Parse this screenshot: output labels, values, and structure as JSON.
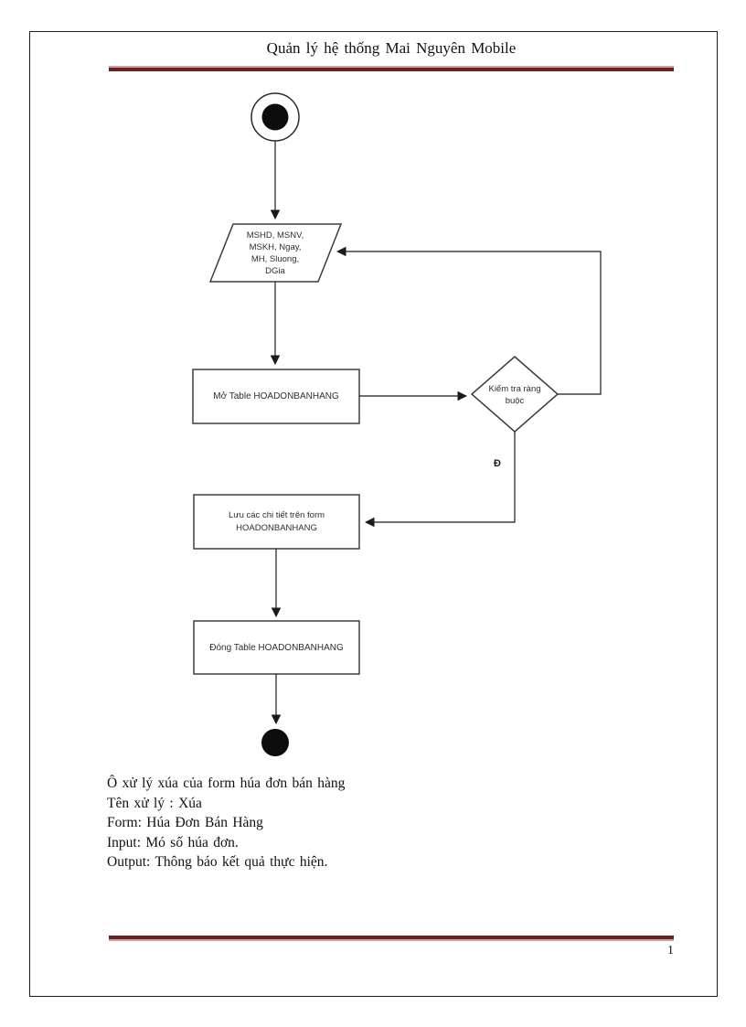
{
  "page": {
    "title": "Quản lý hệ thống Mai Nguyên Mobile",
    "page_number": "1"
  },
  "flowchart": {
    "input_box_lines": [
      "MSHD, MSNV,",
      "MSKH, Ngay,",
      "MH, Sluong,",
      "DGia"
    ],
    "open_table_label": "Mở Table HOADONBANHANG",
    "decision_lines": [
      "Kiểm tra ràng",
      "buộc"
    ],
    "decision_true_label": "Đ",
    "save_lines": [
      "Lưu các chi tiết trên form",
      "HOADONBANHANG"
    ],
    "close_table_label": "Đóng Table HOADONBANHANG"
  },
  "description": {
    "lines": [
      "Ô xử lý xúa của form húa đơn bán hàng",
      "Tên xử lý : Xúa",
      "Form: Húa Đơn Bán Hàng",
      "Input: Mó số húa đơn.",
      "Output: Thông báo kết quả thực hiện."
    ]
  },
  "colors": {
    "rule_dark": "#662222",
    "rule_light": "#c9a3a3",
    "connector": "#1a1a1a",
    "shape_border": "#3d3d3d"
  }
}
